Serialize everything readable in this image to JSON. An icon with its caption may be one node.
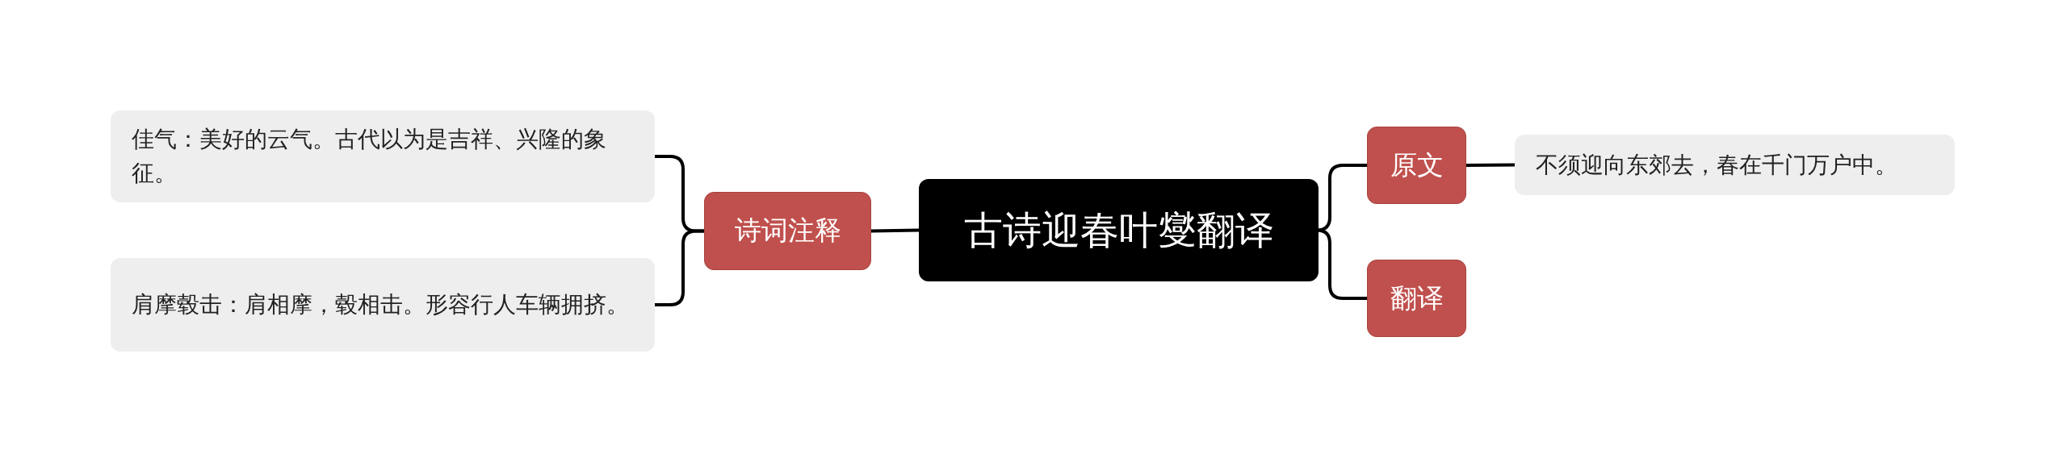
{
  "diagram": {
    "nodes": [
      {
        "text": [
          "古诗迎春叶燮翻译"
        ]
      },
      {
        "text": [
          "诗词注释"
        ]
      },
      {
        "text": [
          "佳气：美好的云气。古代以为是吉祥、兴隆的象征。"
        ]
      },
      {
        "text": [
          "肩摩毂击：肩相摩，毂相击。形容行人车辆拥挤。"
        ]
      },
      {
        "text": [
          "原文"
        ]
      },
      {
        "text": [
          "不须迎向东郊去，春在千门万户中。"
        ]
      },
      {
        "text": [
          "翻译"
        ]
      }
    ],
    "edges": [
      {
        "from": 0,
        "to": 1,
        "arrow": "none"
      },
      {
        "from": 1,
        "to": 2,
        "arrow": "none"
      },
      {
        "from": 1,
        "to": 3,
        "arrow": "none"
      },
      {
        "from": 0,
        "to": 4,
        "arrow": "none"
      },
      {
        "from": 4,
        "to": 5,
        "arrow": "none"
      },
      {
        "from": 0,
        "to": 6,
        "arrow": "none"
      }
    ]
  }
}
